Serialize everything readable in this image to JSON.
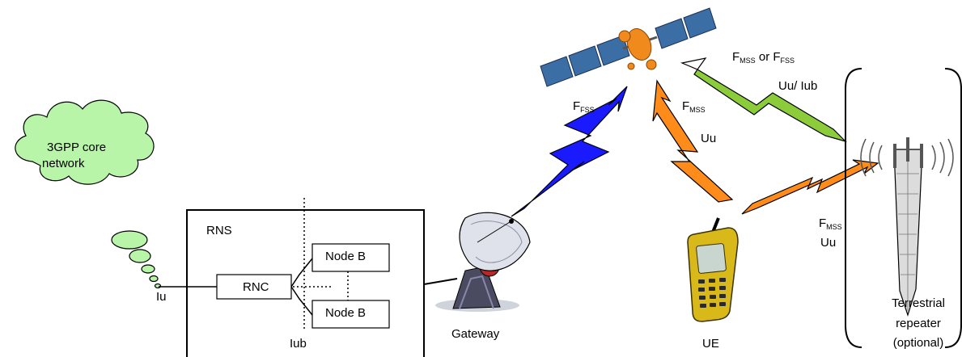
{
  "cloud": {
    "line1": "3GPP core",
    "line2": "network"
  },
  "rns": {
    "title": "RNS",
    "rnc": "RNC",
    "node_b_top": "Node B",
    "node_b_bottom": "Node B",
    "iub": "Iub"
  },
  "iu_label": "Iu",
  "gateway_label": "Gateway",
  "ue_label": "UE",
  "repeater": {
    "line1": "Terrestrial",
    "line2": "repeater",
    "line3": "(optional)"
  },
  "links": {
    "gateway_sat": {
      "main": "F",
      "sub": "FSS"
    },
    "ue_sat": {
      "main": "F",
      "sub": "MSS",
      "iface": "Uu"
    },
    "repeater_sat": {
      "main1": "F",
      "sub1": "MSS",
      "or": " or ",
      "main2": "F",
      "sub2": "FSS",
      "iface": "Uu/ Iub"
    },
    "ue_repeater": {
      "main": "F",
      "sub": "MSS",
      "iface": "Uu"
    }
  },
  "colors": {
    "cloud": "#b8f5a8",
    "blue_link": "#1a1aff",
    "orange_link": "#ff8c1a",
    "green_link": "#8ccc3a",
    "satellite_panel": "#3a6ea5",
    "satellite_body": "#f08a1c",
    "phone": "#d9b81a"
  }
}
